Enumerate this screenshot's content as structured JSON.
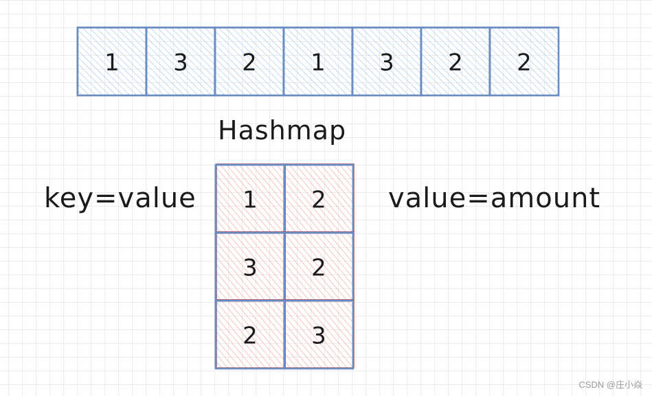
{
  "array": {
    "values": [
      "1",
      "3",
      "2",
      "1",
      "3",
      "2",
      "2"
    ]
  },
  "hashmap": {
    "title": "Hashmap",
    "rows": [
      [
        "1",
        "2"
      ],
      [
        "3",
        "2"
      ],
      [
        "2",
        "3"
      ]
    ]
  },
  "labels": {
    "key": "key=value",
    "value": "value=amount"
  },
  "watermark": "CSDN @庄小焱",
  "colors": {
    "stroke": "#6b8cc2",
    "blue_fill": "#a5c8ee",
    "red_fill": "#f3a8a8",
    "red_outline": "#c0392b"
  }
}
